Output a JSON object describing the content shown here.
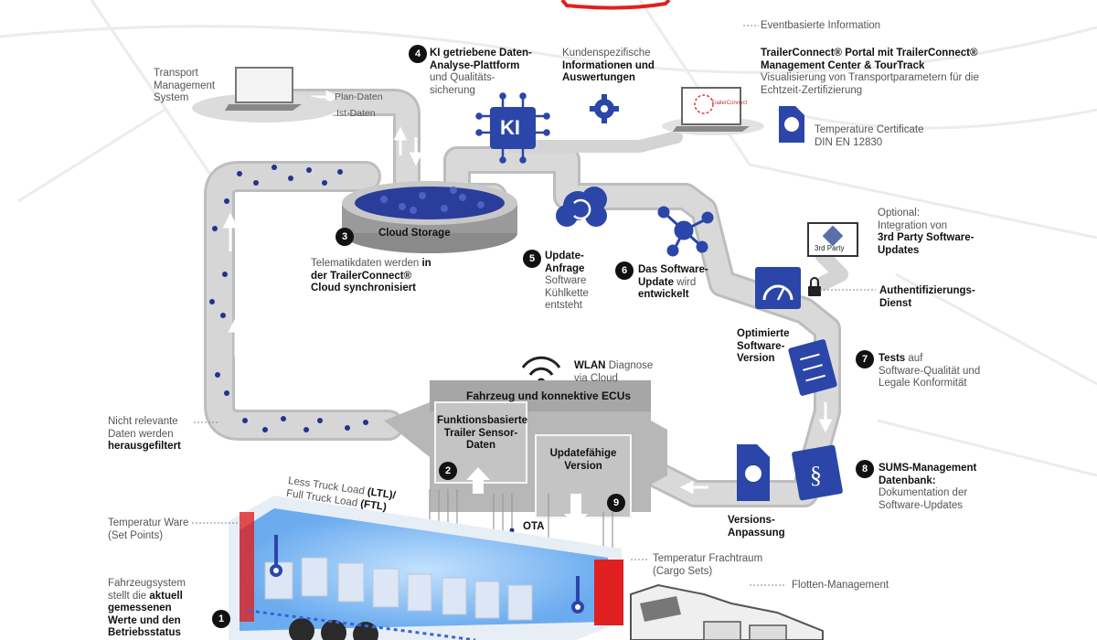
{
  "map_label": "Eventbasierte Information",
  "tms": {
    "line1": "Transport",
    "line2": "Management",
    "line3": "System"
  },
  "flows": {
    "plan": "Plan-Daten",
    "ist": "Ist-Daten"
  },
  "ki_badge": "KI",
  "step4": {
    "num": "4",
    "bold1": "KI getriebene Daten-",
    "bold2": "Analyse-Plattform",
    "l3": "und Qualitäts-",
    "l4": "sicherung"
  },
  "kunden": {
    "l1": "Kundenspezifische",
    "bold1": "Informationen und",
    "bold2": "Auswertungen"
  },
  "portal": {
    "bold1": "TrailerConnect® Portal mit TrailerConnect®",
    "bold2": "Management Center & TourTrack",
    "l3": "Visualisierung von Transportparametern für die",
    "l4": "Echtzeit-Zertifizierung"
  },
  "laptop_brand": "TrailerConnect",
  "cert": {
    "l1": "Temperature Certificate",
    "l2": "DIN EN 12830"
  },
  "step3": {
    "num": "3",
    "cloud": "Cloud Storage",
    "l1": "Telematikdaten werden",
    "bold1": "in",
    "bold2": "der TrailerConnect®",
    "bold3": "Cloud synchronisiert"
  },
  "step5": {
    "num": "5",
    "bold1": "Update-",
    "bold2": "Anfrage",
    "l3": "Software",
    "l4": "Kühlkette",
    "l5": "entsteht"
  },
  "step6": {
    "num": "6",
    "bold1": "Das Software-",
    "bold2": "Update",
    "l2b": "wird",
    "bold3": "entwickelt"
  },
  "optional": {
    "l1": "Optional:",
    "l2": "Integration von",
    "bold1": "3rd Party Software-",
    "bold2": "Updates",
    "sign": "3rd Party"
  },
  "auth": {
    "bold1": "Authentifizierungs-",
    "bold2": "Dienst"
  },
  "optimized": {
    "bold1": "Optimierte",
    "bold2": "Software-",
    "bold3": "Version"
  },
  "step7": {
    "num": "7",
    "bold1": "Tests",
    "l1b": "auf",
    "l2": "Software-Qualität und",
    "l3": "Legale Konformität"
  },
  "step8": {
    "num": "8",
    "bold1": "SUMS-Management",
    "bold2": "Datenbank:",
    "l3": "Dokumentation der",
    "l4": "Software-Updates"
  },
  "versions": {
    "bold1": "Versions-",
    "bold2": "Anpassung"
  },
  "wlan": {
    "bold1": "WLAN",
    "l1b": "Diagnose",
    "l2": "via Cloud"
  },
  "nicht": {
    "l1": "Nicht relevante",
    "l2": "Daten werden",
    "bold1": "herausgefiltert"
  },
  "ecu": {
    "title": "Fahrzeug und konnektive ECUs",
    "left1": "Funktionsbasierte",
    "left2": "Trailer Sensor-",
    "left3": "Daten",
    "right1": "Updatefähige",
    "right2": "Version"
  },
  "step2": {
    "num": "2"
  },
  "step9": {
    "num": "9"
  },
  "ota": "OTA",
  "ltl": {
    "l1": "Less Truck Load",
    "b1": "(LTL)/",
    "l2": "Full Truck Load",
    "b2": "(FTL)"
  },
  "temp_ware": {
    "l1": "Temperatur Ware",
    "l2": "(Set Points)"
  },
  "temp_fracht": {
    "l1": "Temperatur Frachtraum",
    "l2": "(Cargo Sets)"
  },
  "flotte": "Flotten-Management",
  "step1": {
    "num": "1",
    "l1": "Fahrzeugsystem",
    "l2": "stellt die",
    "bold1": "aktuell",
    "bold2": "gemessenen",
    "bold3": "Werte und den",
    "bold4": "Betriebsstatus"
  },
  "colors": {
    "accent_blue": "#2b46a8",
    "accent_red": "#e02020",
    "pipe_gray": "#c9c9c9",
    "dark": "#111111"
  }
}
